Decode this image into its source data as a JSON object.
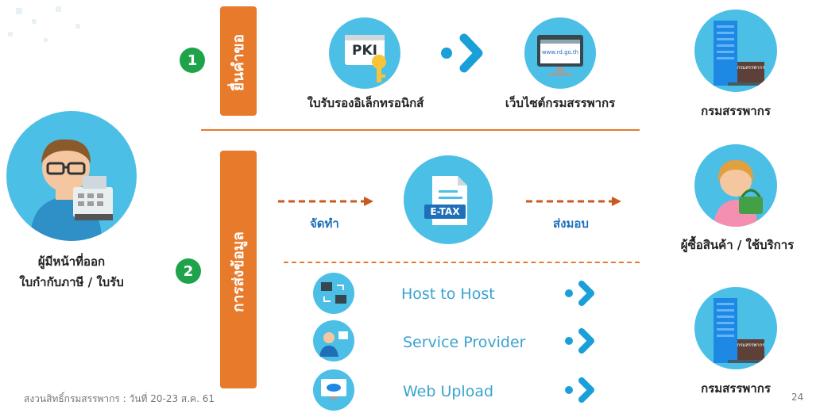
{
  "steps": [
    {
      "number": "1",
      "label": "ยื่นคำขอ"
    },
    {
      "number": "2",
      "label": "การส่งข้อมูล"
    }
  ],
  "issuer": {
    "line1": "ผู้มีหน้าที่ออก",
    "line2": "ใบกำกับภาษี / ใบรับ"
  },
  "step1": {
    "pki_text": "PKI",
    "cert_label": "ใบรับรองอิเล็กทรอนิกส์",
    "url_text": "www.rd.go.th",
    "website_label": "เว็บไซต์กรมสรรพากร",
    "dest_label": "กรมสรรพากร",
    "building_sign": "กรมสรรพากร"
  },
  "step2": {
    "make_label": "จัดทำ",
    "deliver_label": "ส่งมอบ",
    "etax_text": "E-TAX",
    "buyer_label": "ผู้ซื้อสินค้า / ใช้บริการ",
    "methods": [
      "Host to Host",
      "Service Provider",
      "Web Upload"
    ],
    "dest_label": "กรมสรรพากร",
    "building_sign": "กรมสรรพากร"
  },
  "footer": {
    "left": "สงวนสิทธิ์กรมสรรพากร : วันที่ 20-23 ส.ค. 61",
    "page": "24"
  },
  "colors": {
    "orange": "#e87a2c",
    "green": "#1fa34a",
    "light_blue": "#4cbfe6",
    "blue_text": "#1e6fb8",
    "chevron": "#1a9fd9"
  }
}
